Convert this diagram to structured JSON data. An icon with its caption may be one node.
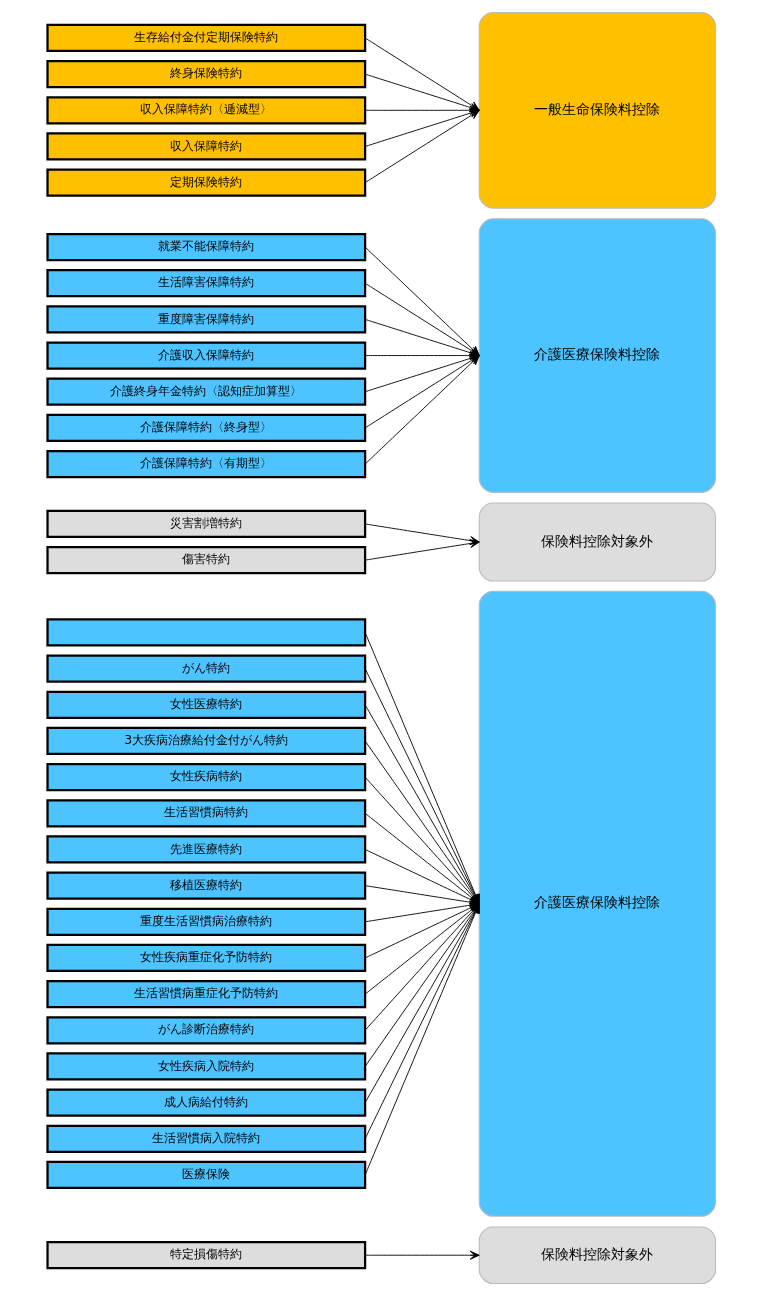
{
  "diagram": {
    "nodes": [
      {
        "text": [
          "定期保険特約"
        ]
      },
      {
        "text": [
          "収入保障特約"
        ]
      },
      {
        "text": [
          "収入保障特約〈逓減型〉"
        ]
      },
      {
        "text": [
          "終身保険特約"
        ]
      },
      {
        "text": [
          "生存給付金付定期保険特約"
        ]
      },
      {
        "text": [
          "一般生命保険料控除"
        ]
      },
      {
        "text": [
          "介護保障特約〈有期型〉"
        ]
      },
      {
        "text": [
          "介護保障特約〈終身型〉"
        ]
      },
      {
        "text": [
          "介護終身年金特約〈認知症加算型〉"
        ]
      },
      {
        "text": [
          "介護収入保障特約"
        ]
      },
      {
        "text": [
          "重度障害保障特約"
        ]
      },
      {
        "text": [
          "生活障害保障特約"
        ]
      },
      {
        "text": [
          "就業不能保障特約"
        ]
      },
      {
        "text": [
          "介護医療保険料控除"
        ]
      },
      {
        "text": [
          "傷害特約"
        ]
      },
      {
        "text": [
          "災害割増特約"
        ]
      },
      {
        "text": [
          "保険料控除対象外"
        ]
      },
      {
        "text": [
          "医療保険"
        ]
      },
      {
        "text": [
          "生活習慣病入院特約"
        ]
      },
      {
        "text": [
          "成人病給付特約"
        ]
      },
      {
        "text": [
          "女性疾病入院特約"
        ]
      },
      {
        "text": [
          "がん診断治療特約"
        ]
      },
      {
        "text": [
          "生活習慣病重症化予防特約"
        ]
      },
      {
        "text": [
          "女性疾病重症化予防特約"
        ]
      },
      {
        "text": [
          "重度生活習慣病治療特約"
        ]
      },
      {
        "text": [
          "移植医療特約"
        ]
      },
      {
        "text": [
          "先進医療特約"
        ]
      },
      {
        "text": [
          "生活習慣病特約"
        ]
      },
      {
        "text": [
          "女性疾病特約"
        ]
      },
      {
        "text": [
          "3大疾病治療給付金付がん特約"
        ]
      },
      {
        "text": [
          "女性医療特約"
        ]
      },
      {
        "text": [
          "がん特約"
        ]
      },
      {
        "text": [],
        "shape": "box"
      },
      {
        "text": [
          "介護医療保険料控除"
        ]
      },
      {
        "text": [
          "特定損傷特約"
        ]
      },
      {
        "text": [
          "保険料控除対象外"
        ]
      }
    ],
    "edges": [
      {
        "from": 0,
        "to": 5,
        "arrow": "to"
      },
      {
        "from": 1,
        "to": 5,
        "arrow": "to"
      },
      {
        "from": 2,
        "to": 5,
        "arrow": "to"
      },
      {
        "from": 3,
        "to": 5,
        "arrow": "to"
      },
      {
        "from": 4,
        "to": 5,
        "arrow": "to"
      },
      {
        "from": 6,
        "to": 13,
        "arrow": "to"
      },
      {
        "from": 7,
        "to": 13,
        "arrow": "to"
      },
      {
        "from": 8,
        "to": 13,
        "arrow": "to"
      },
      {
        "from": 9,
        "to": 13,
        "arrow": "to"
      },
      {
        "from": 10,
        "to": 13,
        "arrow": "to"
      },
      {
        "from": 11,
        "to": 13,
        "arrow": "to"
      },
      {
        "from": 12,
        "to": 13,
        "arrow": "to"
      },
      {
        "from": 14,
        "to": 16,
        "arrow": "to"
      },
      {
        "from": 15,
        "to": 16,
        "arrow": "to"
      },
      {
        "from": 17,
        "to": 33,
        "arrow": "to"
      },
      {
        "from": 18,
        "to": 33,
        "arrow": "to"
      },
      {
        "from": 19,
        "to": 33,
        "arrow": "to"
      },
      {
        "from": 20,
        "to": 33,
        "arrow": "to"
      },
      {
        "from": 21,
        "to": 33,
        "arrow": "to"
      },
      {
        "from": 22,
        "to": 33,
        "arrow": "to"
      },
      {
        "from": 23,
        "to": 33,
        "arrow": "to"
      },
      {
        "from": 24,
        "to": 33,
        "arrow": "to"
      },
      {
        "from": 25,
        "to": 33,
        "arrow": "to"
      },
      {
        "from": 26,
        "to": 33,
        "arrow": "to"
      },
      {
        "from": 27,
        "to": 33,
        "arrow": "to"
      },
      {
        "from": 28,
        "to": 33,
        "arrow": "to"
      },
      {
        "from": 29,
        "to": 33,
        "arrow": "to"
      },
      {
        "from": 30,
        "to": 33,
        "arrow": "to"
      },
      {
        "from": 31,
        "to": 33,
        "arrow": "to"
      },
      {
        "from": 32,
        "to": 33,
        "arrow": "to"
      },
      {
        "from": 34,
        "to": 35,
        "arrow": "to"
      }
    ]
  }
}
